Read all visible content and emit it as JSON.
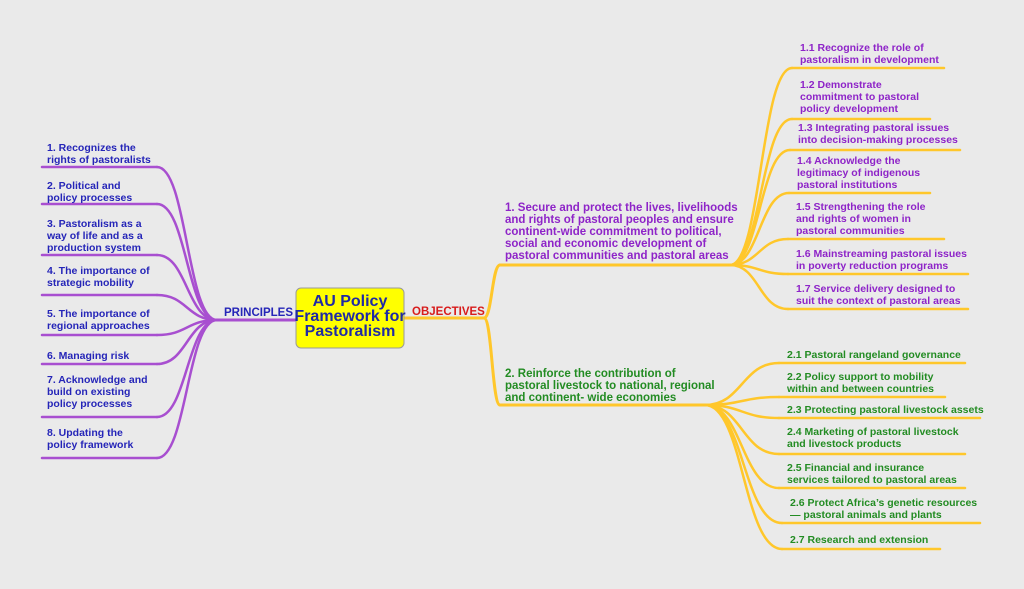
{
  "colors": {
    "background": "#eaeaea",
    "central_fill": "#ffff00",
    "principles": "#a84fd0",
    "principles_text": "#2525b8",
    "principles_label": "#2525b8",
    "objectives": "#ffc72b",
    "objectives_label": "#d81b1b",
    "objective1_text": "#8e24c8",
    "objective2_text": "#238c23",
    "central_text": "#1f2aa6"
  },
  "central": {
    "lines": [
      "AU Policy",
      "Framework for",
      "Pastoralism"
    ]
  },
  "principles": {
    "label": "PRINCIPLES",
    "items": [
      {
        "lines": [
          "1.  Recognizes  the",
          "rights of pastoralists"
        ]
      },
      {
        "lines": [
          "2.  Political  and",
          "policy processes"
        ]
      },
      {
        "lines": [
          "3.  Pastoralism as a",
          "way of life and as a",
          "production system"
        ]
      },
      {
        "lines": [
          "4. The importance of",
          "strategic mobility"
        ]
      },
      {
        "lines": [
          "5.  The  importance  of",
          "regional approaches"
        ]
      },
      {
        "lines": [
          "6. Managing risk"
        ]
      },
      {
        "lines": [
          "7. Acknowledge and",
          "build  on  existing",
          "policy processes"
        ]
      },
      {
        "lines": [
          "8.  Updating  the",
          "policy framework"
        ]
      }
    ]
  },
  "objectives": {
    "label": "OBJECTIVES",
    "branches": [
      {
        "lines": [
          "1. Secure and protect the lives, livelihoods",
          "and rights of pastoral peoples and ensure",
          "continent-wide commitment to political,",
          "social and economic development of",
          "pastoral communities and pastoral areas"
        ],
        "items": [
          {
            "lines": [
              "1.1 Recognize the role of",
              "pastoralism in development"
            ]
          },
          {
            "lines": [
              "1.2 Demonstrate",
              "commitment to pastoral",
              "policy development"
            ]
          },
          {
            "lines": [
              "1.3 Integrating pastoral issues",
              "into decision-making processes"
            ]
          },
          {
            "lines": [
              "1.4 Acknowledge the",
              "legitimacy of indigenous",
              "pastoral institutions"
            ]
          },
          {
            "lines": [
              "1.5 Strengthening the role",
              "and rights of women in",
              "pastoral communities"
            ]
          },
          {
            "lines": [
              "1.6 Mainstreaming pastoral issues",
              "in poverty reduction programs"
            ]
          },
          {
            "lines": [
              "1.7 Service delivery designed to",
              "suit the context of pastoral areas"
            ]
          }
        ]
      },
      {
        "lines": [
          "2. Reinforce the contribution of",
          "pastoral livestock to national, regional",
          "and continent- wide economies"
        ],
        "items": [
          {
            "lines": [
              "2.1 Pastoral rangeland governance"
            ]
          },
          {
            "lines": [
              "2.2 Policy support to mobility",
              "within and between countries"
            ]
          },
          {
            "lines": [
              "2.3 Protecting pastoral livestock assets"
            ]
          },
          {
            "lines": [
              "2.4 Marketing of pastoral livestock",
              "and livestock products"
            ]
          },
          {
            "lines": [
              "2.5 Financial and insurance",
              "services tailored to pastoral areas"
            ]
          },
          {
            "lines": [
              "2.6 Protect Africa’s genetic resources",
              "— pastoral animals and plants"
            ]
          },
          {
            "lines": [
              "2.7 Research and extension"
            ]
          }
        ]
      }
    ]
  }
}
